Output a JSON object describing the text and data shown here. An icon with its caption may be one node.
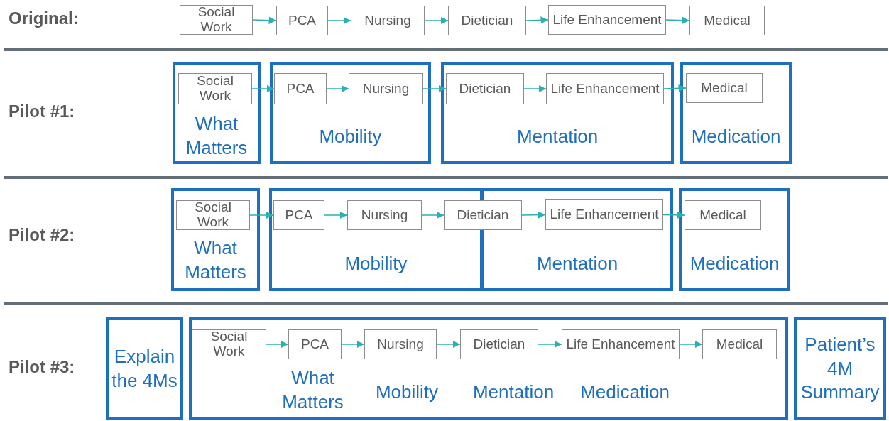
{
  "diagram": {
    "nodes": [
      {
        "text": [
          "Social Work"
        ]
      },
      {
        "text": [
          "PCA"
        ]
      },
      {
        "text": [
          "Nursing"
        ]
      },
      {
        "text": [
          "Dietician"
        ]
      },
      {
        "text": [
          "Life Enhancement"
        ]
      },
      {
        "text": [
          "Medical"
        ]
      },
      {
        "text": [
          "What Matters"
        ]
      },
      {
        "text": [
          "Social Work"
        ],
        "in": 6
      },
      {
        "text": [
          "Mobility"
        ]
      },
      {
        "text": [
          "PCA"
        ],
        "in": 8
      },
      {
        "text": [
          "Nursing"
        ],
        "in": 8
      },
      {
        "text": [
          "Mentation"
        ]
      },
      {
        "text": [
          "Dietician"
        ],
        "in": 11
      },
      {
        "text": [
          "Life Enhancement"
        ],
        "in": 11
      },
      {
        "text": [
          "Medication"
        ]
      },
      {
        "text": [
          "Medical"
        ],
        "in": 14
      },
      {
        "text": [
          "What Matters"
        ]
      },
      {
        "text": [
          "Social Work"
        ],
        "in": 16
      },
      {
        "text": [
          "Mobility"
        ]
      },
      {
        "text": [
          "PCA"
        ],
        "in": 18
      },
      {
        "text": [
          "Nursing"
        ],
        "in": 18
      },
      {
        "text": [
          "Dietician"
        ]
      },
      {
        "text": [
          "Mentation"
        ]
      },
      {
        "text": [
          "Life Enhancement"
        ],
        "in": 22
      },
      {
        "text": [
          "Medication"
        ]
      },
      {
        "text": [
          "Medical"
        ],
        "in": 24
      },
      {
        "text": [
          "Explain the 4Ms"
        ]
      },
      {
        "text": [
          "What Matters",
          "Mobility",
          "Mentation",
          "Medication"
        ]
      },
      {
        "text": [
          "Social Work"
        ],
        "in": 27
      },
      {
        "text": [
          "PCA"
        ],
        "in": 27
      },
      {
        "text": [
          "Nursing"
        ],
        "in": 27
      },
      {
        "text": [
          "Dietician"
        ],
        "in": 27
      },
      {
        "text": [
          "Life Enhancement"
        ],
        "in": 27
      },
      {
        "text": [
          "Medical"
        ],
        "in": 27
      },
      {
        "text": [
          "Patient’s 4M Summary"
        ]
      }
    ],
    "edges": [
      {
        "from": 0,
        "to": 1,
        "arrow": "to"
      },
      {
        "from": 1,
        "to": 2,
        "arrow": "to"
      },
      {
        "from": 2,
        "to": 3,
        "arrow": "to"
      },
      {
        "from": 3,
        "to": 4,
        "arrow": "to"
      },
      {
        "from": 4,
        "to": 5,
        "arrow": "to"
      },
      {
        "from": 7,
        "to": 9,
        "arrow": "to"
      },
      {
        "from": 9,
        "to": 10,
        "arrow": "to"
      },
      {
        "from": 10,
        "to": 12,
        "arrow": "to"
      },
      {
        "from": 12,
        "to": 13,
        "arrow": "to"
      },
      {
        "from": 13,
        "to": 15,
        "arrow": "to"
      },
      {
        "from": 17,
        "to": 19,
        "arrow": "to"
      },
      {
        "from": 19,
        "to": 20,
        "arrow": "to"
      },
      {
        "from": 20,
        "to": 21,
        "arrow": "to"
      },
      {
        "from": 21,
        "to": 23,
        "arrow": "to"
      },
      {
        "from": 23,
        "to": 25,
        "arrow": "to"
      },
      {
        "from": 28,
        "to": 29,
        "arrow": "to"
      },
      {
        "from": 29,
        "to": 30,
        "arrow": "to"
      },
      {
        "from": 30,
        "to": 31,
        "arrow": "to"
      },
      {
        "from": 31,
        "to": 32,
        "arrow": "to"
      },
      {
        "from": 32,
        "to": 33,
        "arrow": "to"
      }
    ],
    "labels": [
      "Original:",
      "Pilot #1:",
      "Pilot #2:",
      "Pilot #3:"
    ]
  }
}
